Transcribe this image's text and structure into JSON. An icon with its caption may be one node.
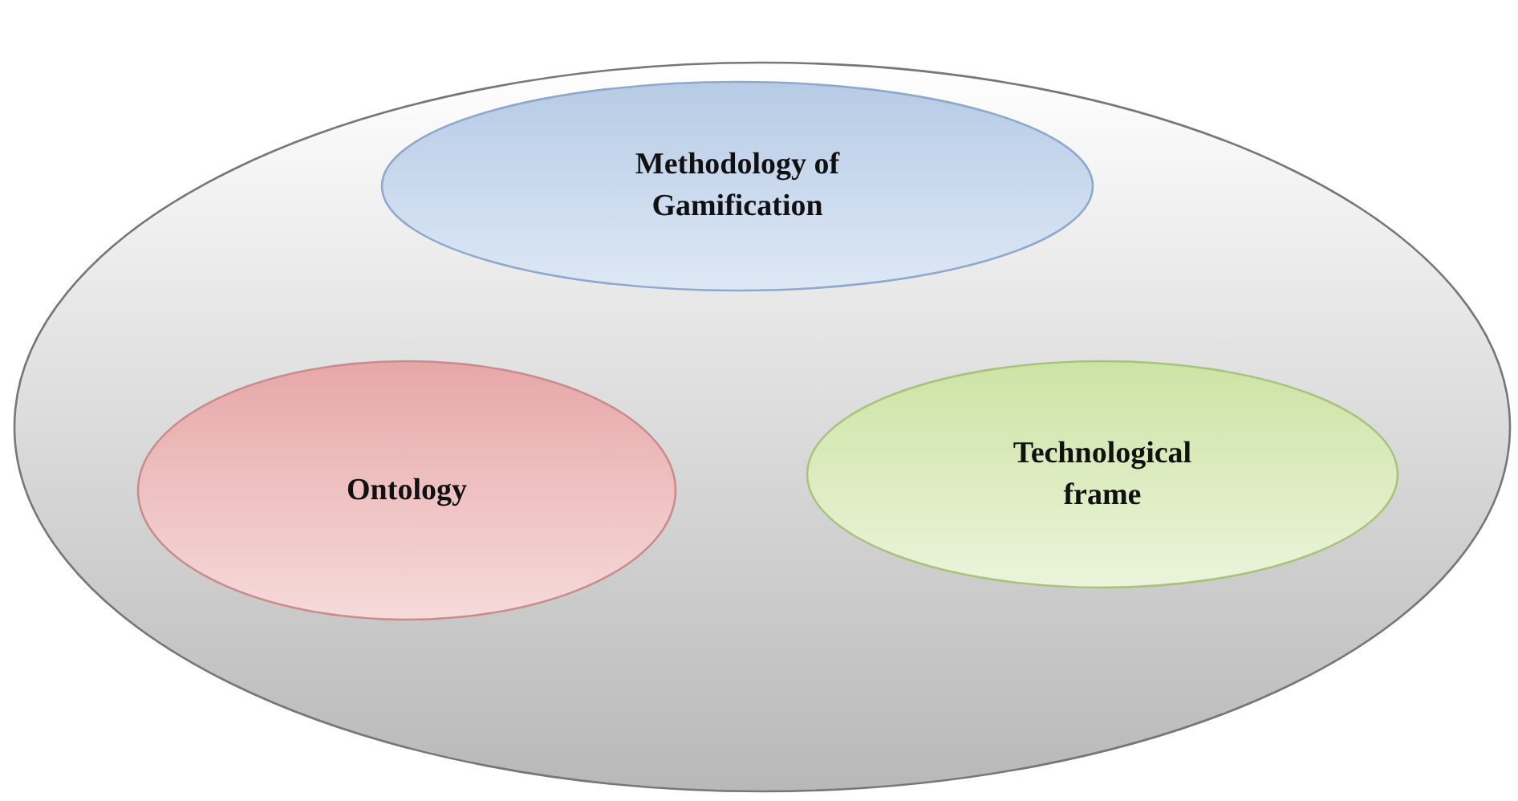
{
  "diagram": {
    "nodes": [
      {
        "text": [],
        "shape": "ellipse"
      },
      {
        "text": [
          "Methodology of Gamification"
        ],
        "in": 0
      },
      {
        "text": [
          "Ontology"
        ],
        "in": 0
      },
      {
        "text": [
          "Technological frame"
        ],
        "in": 0
      }
    ]
  }
}
